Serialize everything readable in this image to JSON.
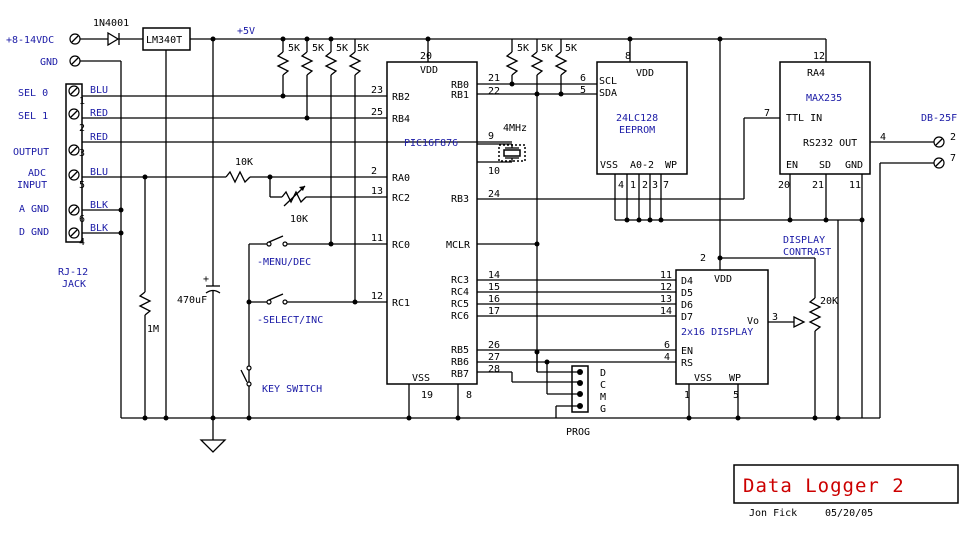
{
  "power": {
    "input_label": "+8-14VDC",
    "gnd_label": "GND",
    "diode_label": "1N4001",
    "regulator_label": "LM340T",
    "vcc_label": "+5V",
    "cap_label": "470uF",
    "cap_polarity": "+"
  },
  "jack": {
    "label_line1": "RJ-12",
    "label_line2": "JACK",
    "signals": [
      "SEL 0",
      "SEL 1",
      "OUTPUT",
      "ADC",
      "INPUT",
      "A GND",
      "D GND"
    ],
    "wire_colors": [
      "BLU",
      "RED",
      "RED",
      "BLU",
      "BLK",
      "BLK"
    ],
    "pin_numbers": [
      "1",
      "2",
      "3",
      "5",
      "6",
      "4"
    ]
  },
  "resistors": {
    "pullup_value": "5K",
    "adc_series": "10K",
    "adc_pot": "10K",
    "bleed": "1M",
    "contrast_pot": "20K"
  },
  "switches": {
    "menu": "-MENU/DEC",
    "select": "-SELECT/INC",
    "key": "KEY SWITCH"
  },
  "pic": {
    "name": "PIC16F876",
    "vdd": "VDD",
    "vss": "VSS",
    "crystal": "4MHz",
    "left_pins": [
      {
        "name": "RB2",
        "num": "23"
      },
      {
        "name": "RB4",
        "num": "25"
      },
      {
        "name": "RA0",
        "num": "2"
      },
      {
        "name": "RC2",
        "num": "13"
      },
      {
        "name": "RC0",
        "num": "11"
      },
      {
        "name": "RC1",
        "num": "12"
      }
    ],
    "right_pins": [
      {
        "name": "RB0",
        "num": "21"
      },
      {
        "name": "RB1",
        "num": "22"
      },
      {
        "name": "RB3",
        "num": "24"
      },
      {
        "name": "MCLR",
        "num": ""
      },
      {
        "name": "RC3",
        "num": "14"
      },
      {
        "name": "RC4",
        "num": "15"
      },
      {
        "name": "RC5",
        "num": "16"
      },
      {
        "name": "RC6",
        "num": "17"
      },
      {
        "name": "RB5",
        "num": "26"
      },
      {
        "name": "RB6",
        "num": "27"
      },
      {
        "name": "RB7",
        "num": "28"
      }
    ],
    "vdd_pin": "20",
    "vss_pins": [
      "19",
      "8"
    ],
    "osc_pins": [
      "9",
      "10"
    ]
  },
  "eeprom": {
    "name_line1": "24LC128",
    "name_line2": "EEPROM",
    "vdd": "VDD",
    "vdd_pin": "8",
    "scl": "SCL",
    "scl_pin": "6",
    "sda": "SDA",
    "sda_pin": "5",
    "bottom_labels": [
      "VSS",
      "A0-2",
      "WP"
    ],
    "bottom_pins": [
      "4",
      "1",
      "2",
      "3",
      "7"
    ]
  },
  "max235": {
    "name": "MAX235",
    "ra4": "RA4",
    "vcc_pin": "12",
    "ttl_in": "TTL IN",
    "ttl_pin": "7",
    "rs232_out": "RS232 OUT",
    "out_pin": "4",
    "en": "EN",
    "sd": "SD",
    "gnd": "GND",
    "bottom_pins": [
      "20",
      "21",
      "11"
    ]
  },
  "db25": {
    "label": "DB-25F",
    "pins": [
      "2",
      "7"
    ]
  },
  "display": {
    "name": "2x16 DISPLAY",
    "vdd": "VDD",
    "vdd_pin": "2",
    "data_labels": [
      "D4",
      "D5",
      "D6",
      "D7"
    ],
    "data_pins": [
      "11",
      "12",
      "13",
      "14"
    ],
    "en": "EN",
    "en_pin": "6",
    "rs": "RS",
    "rs_pin": "4",
    "vo": "Vo",
    "vo_pin": "3",
    "vss": "VSS",
    "wp": "WP",
    "bottom_pins": [
      "1",
      "5"
    ],
    "contrast_line1": "DISPLAY",
    "contrast_line2": "CONTRAST"
  },
  "prog": {
    "label": "PROG",
    "pin_letters": [
      "D",
      "C",
      "M",
      "G"
    ]
  },
  "title_block": {
    "title": "Data Logger 2",
    "author": "Jon Fick",
    "date": "05/20/05"
  }
}
